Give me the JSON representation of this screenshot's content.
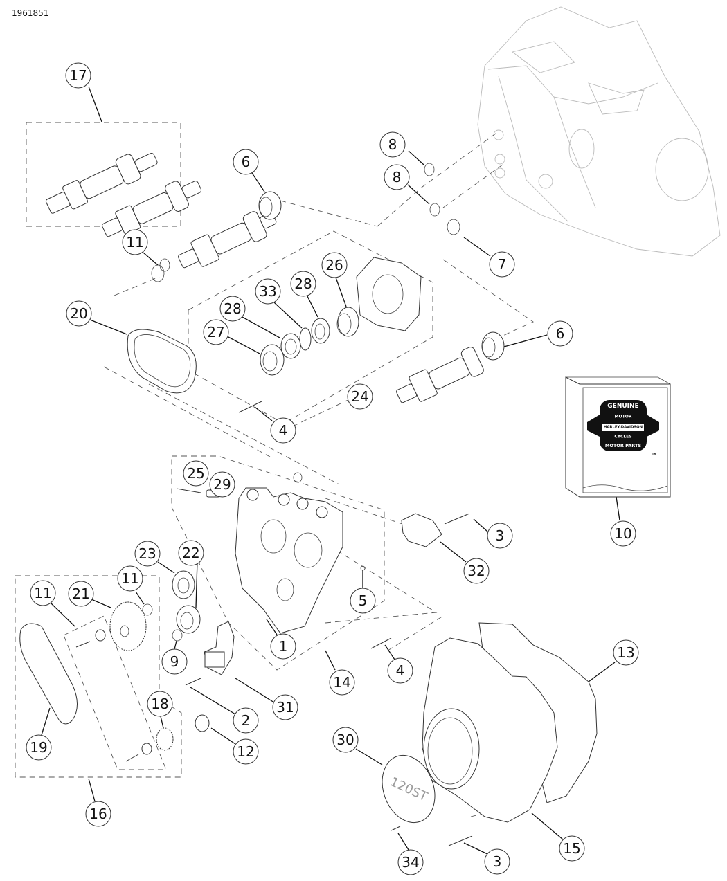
{
  "document": {
    "id": "1961851"
  },
  "callouts": [
    {
      "label": "17",
      "part": "camshaft-set"
    },
    {
      "label": "6",
      "part": "cam-bearing-upper"
    },
    {
      "label": "11",
      "part": "retaining-ring-upper"
    },
    {
      "label": "8",
      "part": "o-ring-upper"
    },
    {
      "label": "8",
      "part": "o-ring-lower"
    },
    {
      "label": "7",
      "part": "o-ring"
    },
    {
      "label": "26",
      "part": "bearing"
    },
    {
      "label": "33",
      "part": "wave-washer"
    },
    {
      "label": "28",
      "part": "thrust-washer-right"
    },
    {
      "label": "28",
      "part": "thrust-washer-left"
    },
    {
      "label": "27",
      "part": "bearing-left"
    },
    {
      "label": "20",
      "part": "inner-cam-chain"
    },
    {
      "label": "24",
      "part": "cam-support-plate-kit"
    },
    {
      "label": "6",
      "part": "cam-bearing-lower"
    },
    {
      "label": "4",
      "part": "screw-upper"
    },
    {
      "label": "10",
      "part": "instruction-sheet"
    },
    {
      "label": "25",
      "part": "spring"
    },
    {
      "label": "29",
      "part": "pin"
    },
    {
      "label": "3",
      "part": "screw-tensioner"
    },
    {
      "label": "32",
      "part": "chain-tensioner-inner"
    },
    {
      "label": "23",
      "part": "spacer"
    },
    {
      "label": "22",
      "part": "washer"
    },
    {
      "label": "11",
      "part": "retaining-ring-sprocket"
    },
    {
      "label": "21",
      "part": "cam-sprocket"
    },
    {
      "label": "11",
      "part": "retaining-ring-left"
    },
    {
      "label": "5",
      "part": "ball"
    },
    {
      "label": "1",
      "part": "cam-support-plate"
    },
    {
      "label": "9",
      "part": "retaining-ring"
    },
    {
      "label": "14",
      "part": "cam-plate-assembly"
    },
    {
      "label": "4",
      "part": "screw-lower"
    },
    {
      "label": "13",
      "part": "gasket"
    },
    {
      "label": "31",
      "part": "chain-tensioner-outer"
    },
    {
      "label": "2",
      "part": "screw-tensioner-outer"
    },
    {
      "label": "18",
      "part": "crank-sprocket"
    },
    {
      "label": "19",
      "part": "outer-cam-chain"
    },
    {
      "label": "12",
      "part": "spacer-bushing"
    },
    {
      "label": "30",
      "part": "cover-plate"
    },
    {
      "label": "16",
      "part": "primary-drive-kit"
    },
    {
      "label": "34",
      "part": "cover-screw"
    },
    {
      "label": "3",
      "part": "screw-cover"
    },
    {
      "label": "15",
      "part": "cam-cover"
    }
  ],
  "cover_plate": {
    "stamp": "120ST"
  },
  "logo": {
    "top": "GENUINE",
    "middle_upper": "MOTOR",
    "middle": "HARLEY-DAVIDSON",
    "middle_lower": "CYCLES",
    "bottom": "MOTOR PARTS",
    "tm": "TM"
  },
  "colors": {
    "line": "#333333",
    "faint_line": "#bbbbbb",
    "logo_fill": "#111111",
    "background": "#ffffff"
  }
}
